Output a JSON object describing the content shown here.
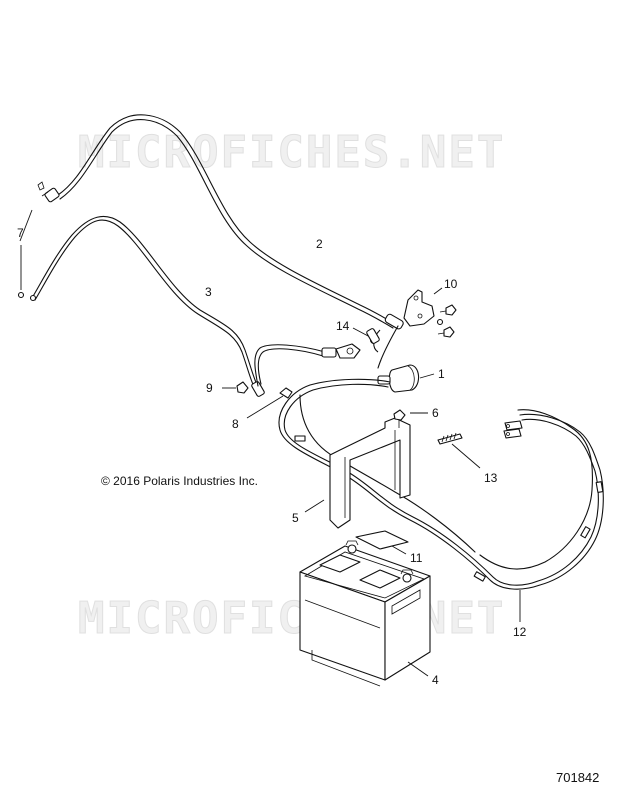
{
  "watermark": "MICROFICHES.NET",
  "copyright": "© 2016 Polaris Industries Inc.",
  "figure_number": "701842",
  "callouts": {
    "c1": "1",
    "c2": "2",
    "c3": "3",
    "c4": "4",
    "c5": "5",
    "c6": "6",
    "c7": "7",
    "c8": "8",
    "c9": "9",
    "c10": "10",
    "c11": "11",
    "c12": "12",
    "c13": "13",
    "c14": "14"
  }
}
